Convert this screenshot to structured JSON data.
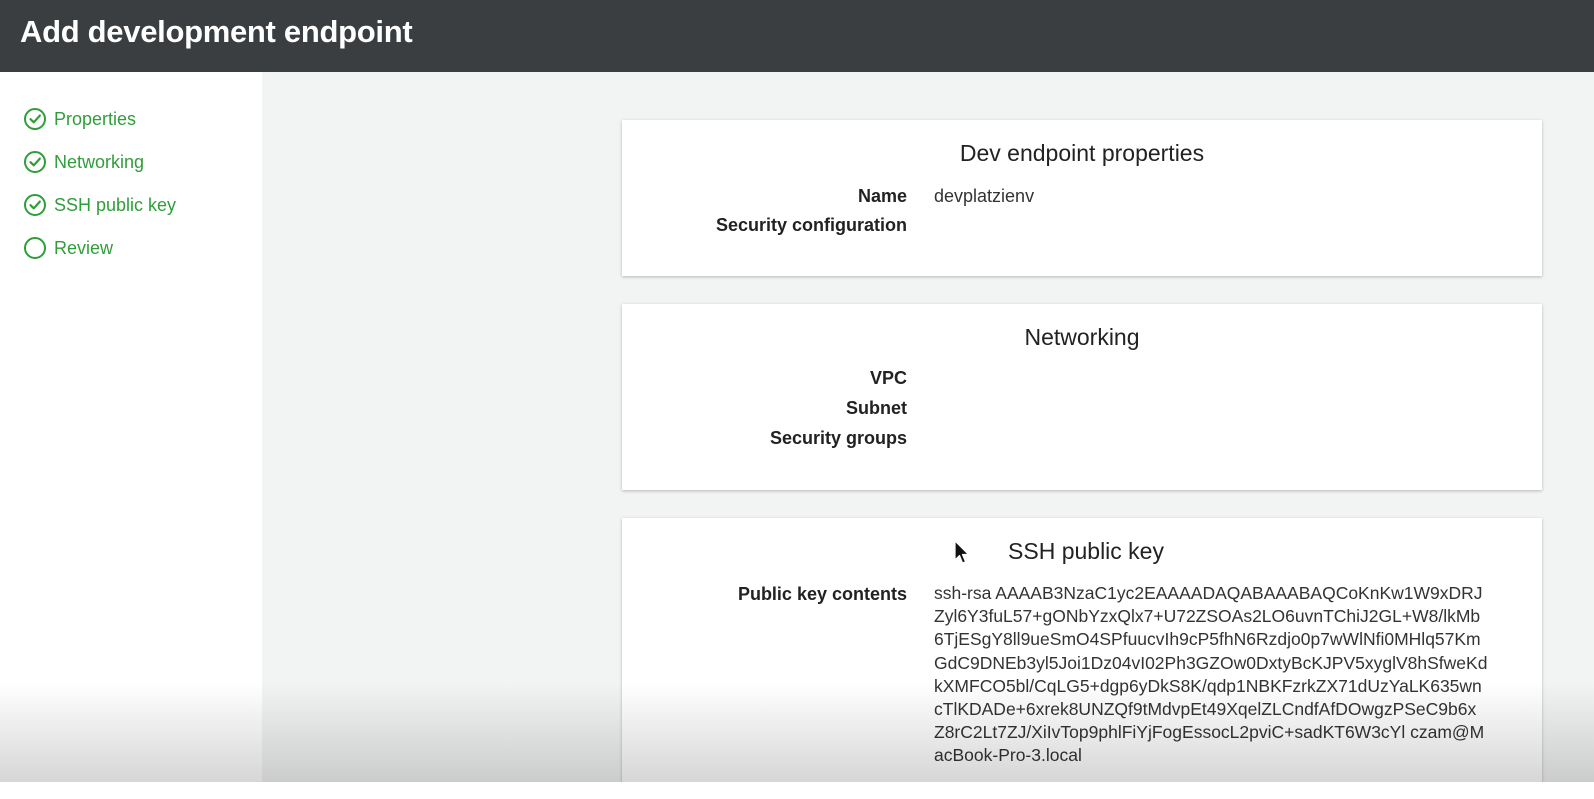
{
  "header": {
    "title": "Add development endpoint"
  },
  "sidebar": {
    "steps": [
      {
        "label": "Properties",
        "status": "complete"
      },
      {
        "label": "Networking",
        "status": "complete"
      },
      {
        "label": "SSH public key",
        "status": "complete"
      },
      {
        "label": "Review",
        "status": "pending"
      }
    ],
    "accent": "#2f9e3a"
  },
  "properties": {
    "title": "Dev endpoint properties",
    "name_label": "Name",
    "name_value": "devplatzienv",
    "security_configuration_label": "Security configuration",
    "security_configuration_value": ""
  },
  "networking": {
    "title": "Networking",
    "vpc_label": "VPC",
    "vpc_value": "",
    "subnet_label": "Subnet",
    "subnet_value": "",
    "security_groups_label": "Security groups",
    "security_groups_value": ""
  },
  "ssh": {
    "title": "SSH public key",
    "key_label": "Public key contents",
    "key_lines": [
      "ssh-rsa AAAAB3NzaC1yc2EAAAADAQABAAABAQCoKnKw1W9xDRJ",
      "Zyl6Y3fuL57+gONbYzxQlx7+U72ZSOAs2LO6uvnTChiJ2GL+W8/lkMb",
      "6TjESgY8ll9ueSmO4SPfuucvIh9cP5fhN6Rzdjo0p7wWlNfi0MHlq57Km",
      "GdC9DNEb3yl5Joi1Dz04vI02Ph3GZOw0DxtyBcKJPV5xyglV8hSfweKd",
      "kXMFCO5bl/CqLG5+dgp6yDkS8K/qdp1NBKFzrkZX71dUzYaLK635wn",
      "cTlKDADe+6xrek8UNZQf9tMdvpEt49XqelZLCndfAfDOwgzPSeC9b6x",
      "Z8rC2Lt7ZJ/XiIvTop9phlFiYjFogEssocL2pviC+sadKT6W3cYl czam@M",
      "acBook-Pro-3.local"
    ]
  }
}
